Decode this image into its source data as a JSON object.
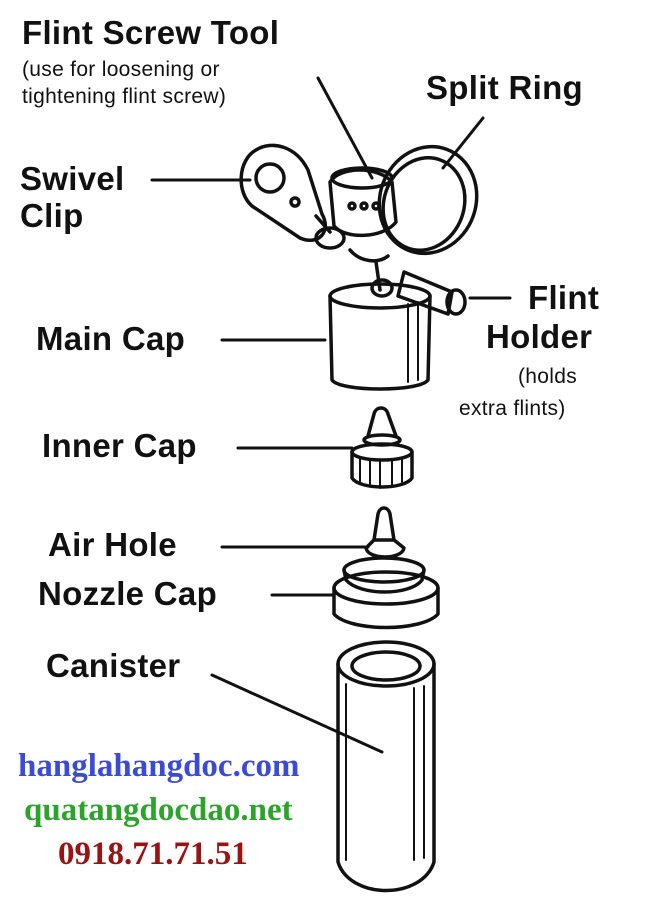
{
  "labels": {
    "flint_screw_tool": "Flint Screw Tool",
    "flint_screw_tool_note_1": "(use for loosening or",
    "flint_screw_tool_note_2": "tightening flint screw)",
    "split_ring": "Split Ring",
    "swivel_clip_1": "Swivel",
    "swivel_clip_2": "Clip",
    "flint_holder_1": "Flint",
    "flint_holder_2": "Holder",
    "flint_holder_note_1": "(holds",
    "flint_holder_note_2": "extra flints)",
    "main_cap": "Main Cap",
    "inner_cap": "Inner Cap",
    "air_hole": "Air Hole",
    "nozzle_cap": "Nozzle Cap",
    "canister": "Canister"
  },
  "watermark": {
    "website_1": "hanglahangdoc.com",
    "website_2": "quatangdocdao.net",
    "phone": "0918.71.71.51"
  },
  "colors": {
    "website_1": "#3b4bd6",
    "website_2": "#2aa52a",
    "phone": "#9b1212",
    "ink": "#111111"
  }
}
